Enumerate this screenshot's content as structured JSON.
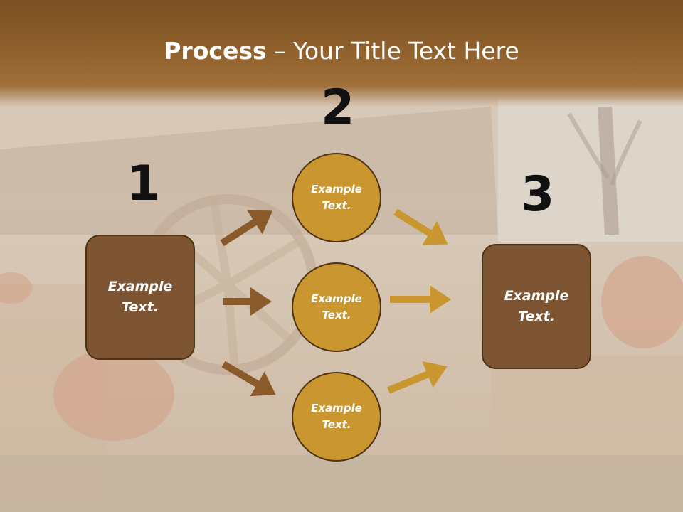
{
  "title": {
    "bold": "Process",
    "rest": " – Your Title Text Here"
  },
  "steps": [
    {
      "number": "1"
    },
    {
      "number": "2"
    },
    {
      "number": "3"
    }
  ],
  "boxes": [
    {
      "text": "Example\nText."
    },
    {
      "text": "Example\nText."
    }
  ],
  "circles": [
    {
      "text": "Example\nText."
    },
    {
      "text": "Example\nText."
    },
    {
      "text": "Example\nText."
    }
  ],
  "colors": {
    "title_band": "#94642f",
    "box_fill": "#7d5532",
    "circle_fill": "#c99630",
    "arrow_brown": "#8b5a2b",
    "arrow_gold": "#c99630",
    "outline": "#4e3214"
  }
}
